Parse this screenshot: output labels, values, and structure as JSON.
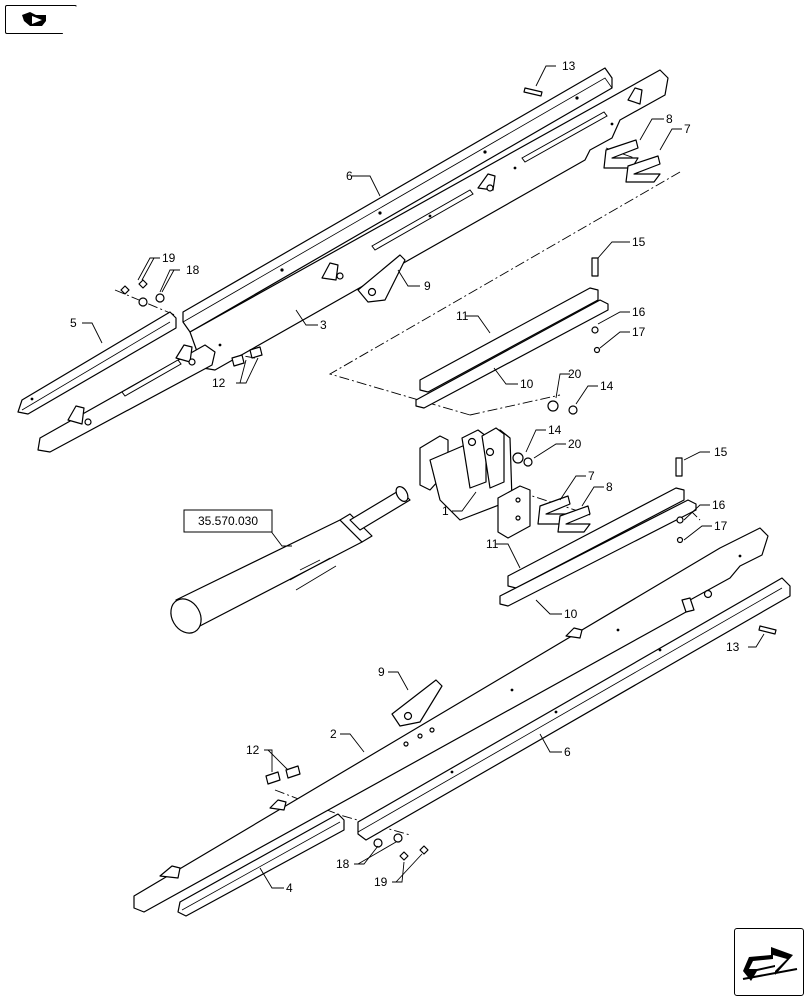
{
  "callouts": [
    {
      "id": "c13a",
      "text": "13"
    },
    {
      "id": "c6a",
      "text": "6"
    },
    {
      "id": "c8a",
      "text": "8"
    },
    {
      "id": "c7a",
      "text": "7"
    },
    {
      "id": "c19a",
      "text": "19"
    },
    {
      "id": "c18a",
      "text": "18"
    },
    {
      "id": "c9a",
      "text": "9"
    },
    {
      "id": "c15a",
      "text": "15"
    },
    {
      "id": "c5",
      "text": "5"
    },
    {
      "id": "c3",
      "text": "3"
    },
    {
      "id": "c11a",
      "text": "11"
    },
    {
      "id": "c16a",
      "text": "16"
    },
    {
      "id": "c17a",
      "text": "17"
    },
    {
      "id": "c12a",
      "text": "12"
    },
    {
      "id": "c20a",
      "text": "20"
    },
    {
      "id": "c14a",
      "text": "14"
    },
    {
      "id": "c10a",
      "text": "10"
    },
    {
      "id": "c14b",
      "text": "14"
    },
    {
      "id": "c20b",
      "text": "20"
    },
    {
      "id": "c15b",
      "text": "15"
    },
    {
      "id": "c7b",
      "text": "7"
    },
    {
      "id": "c8b",
      "text": "8"
    },
    {
      "id": "c1",
      "text": "1"
    },
    {
      "id": "c16b",
      "text": "16"
    },
    {
      "id": "c17b",
      "text": "17"
    },
    {
      "id": "c11b",
      "text": "11"
    },
    {
      "id": "c10b",
      "text": "10"
    },
    {
      "id": "c13b",
      "text": "13"
    },
    {
      "id": "c9b",
      "text": "9"
    },
    {
      "id": "c2",
      "text": "2"
    },
    {
      "id": "c12b",
      "text": "12"
    },
    {
      "id": "c6b",
      "text": "6"
    },
    {
      "id": "c18b",
      "text": "18"
    },
    {
      "id": "c19b",
      "text": "19"
    },
    {
      "id": "c4",
      "text": "4"
    }
  ],
  "reference_box": {
    "text": "35.570.030"
  },
  "navigation": {
    "top_icon": "previous-page-icon",
    "bottom_icon": "next-page-icon"
  }
}
